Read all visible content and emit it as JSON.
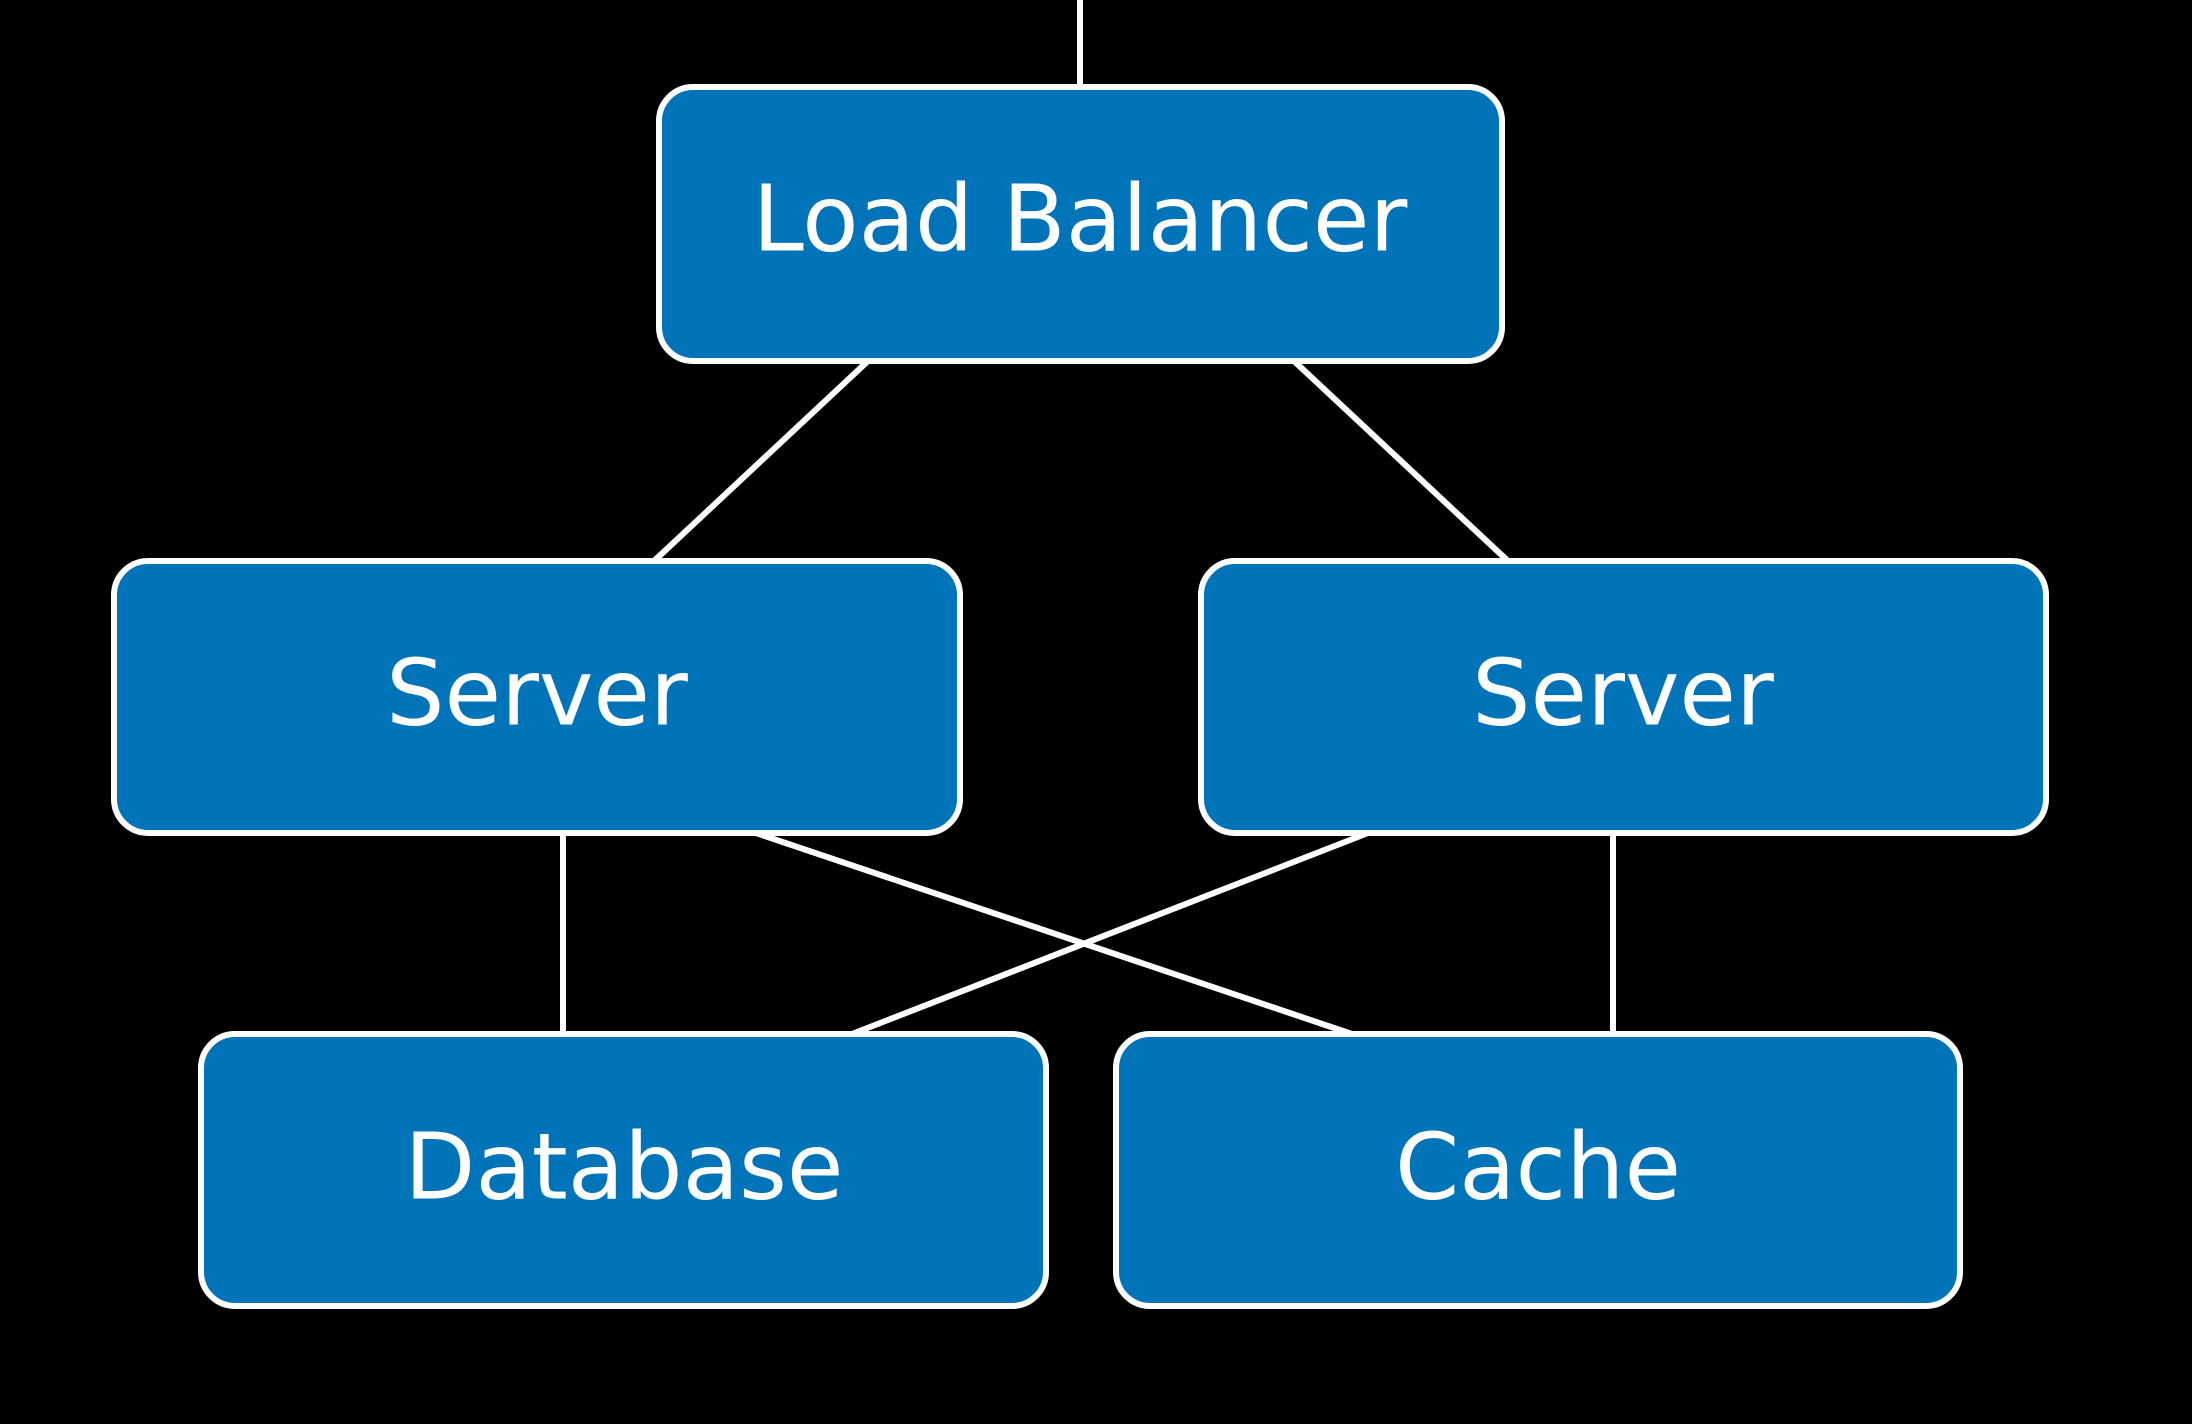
{
  "diagram": {
    "colors": {
      "background": "#000000",
      "node_fill": "#0073b9",
      "node_border": "#ffffff",
      "edge": "#ffffff",
      "text": "#ffffff"
    },
    "nodes": {
      "load_balancer": {
        "label": "Load Balancer"
      },
      "server_left": {
        "label": "Server"
      },
      "server_right": {
        "label": "Server"
      },
      "database": {
        "label": "Database"
      },
      "cache": {
        "label": "Cache"
      }
    }
  }
}
